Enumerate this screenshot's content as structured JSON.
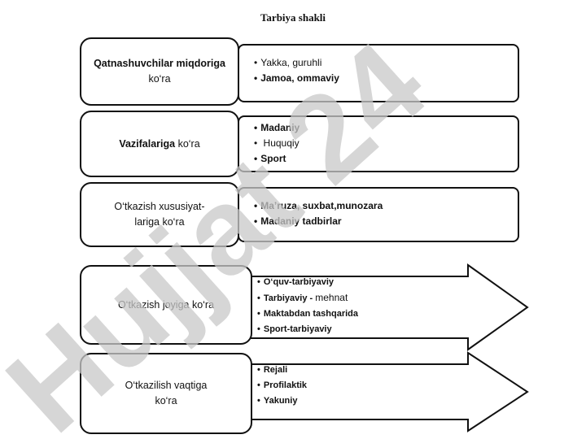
{
  "title": "Tarbiya shakli",
  "rows": [
    {
      "label_parts": [
        {
          "text": "Qatnashuvchilar miqdoriga",
          "bold": true
        },
        {
          "text": "ko‘ra",
          "bold": false
        }
      ],
      "items": [
        {
          "text": "Yakka, guruhli",
          "bold": false
        },
        {
          "text": "Jamoa, ommaviy",
          "bold": true
        }
      ]
    },
    {
      "label_parts": [
        {
          "text": "Vazifalariga",
          "bold": true
        },
        {
          "text": " ko‘ra",
          "bold": false
        }
      ],
      "items": [
        {
          "text": "Madaniy",
          "bold": true
        },
        {
          "text": " Huquqiy",
          "bold": false
        },
        {
          "text": "Sport",
          "bold": true
        }
      ]
    },
    {
      "label_parts": [
        {
          "text": "O‘tkazish xususiyat-",
          "bold": false
        },
        {
          "text": "lariga ko‘ra",
          "bold": false
        }
      ],
      "items": [
        {
          "text": "Ma’ruza, suxbat,munozara",
          "bold": true
        },
        {
          "text": "Madaniy tadbirlar",
          "bold": true
        }
      ]
    },
    {
      "label_parts": [
        {
          "text": "O‘tkazish joyiga ko‘ra",
          "bold": false
        }
      ],
      "items": [
        {
          "text": "O‘quv-tarbiyaviy",
          "bold": true
        },
        {
          "text": "Tarbiyaviy - ",
          "bold": true,
          "suffix": " mehnat"
        },
        {
          "text": "Maktabdan tashqarida",
          "bold": true
        },
        {
          "text": "Sport-tarbiyaviy",
          "bold": true
        }
      ]
    },
    {
      "label_parts": [
        {
          "text": "O‘tkazilish vaqtiga",
          "bold": false
        },
        {
          "text": "ko‘ra",
          "bold": false
        }
      ],
      "items": [
        {
          "text": "Rejali",
          "bold": true
        },
        {
          "text": "Profilaktik",
          "bold": true
        },
        {
          "text": "Yakuniy",
          "bold": true
        }
      ]
    }
  ],
  "watermark": {
    "text": "Hujjat 24",
    "color": "#c9c9c9",
    "accent_color": "#d7bff5"
  }
}
